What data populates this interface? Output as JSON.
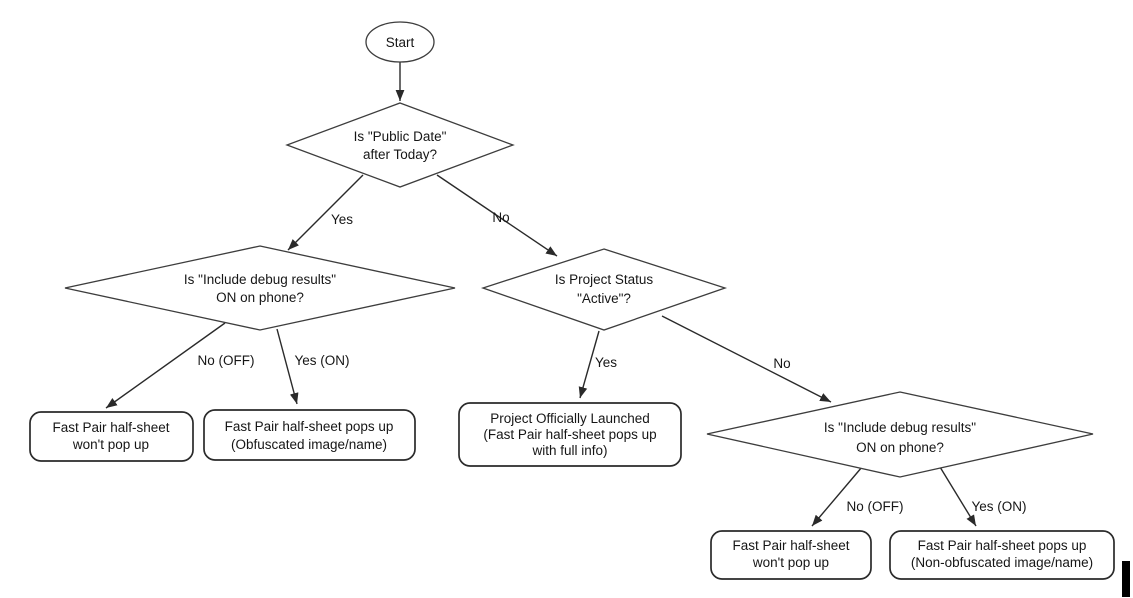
{
  "flowchart": {
    "nodes": {
      "start": {
        "label": "Start"
      },
      "public_date": {
        "line1": "Is \"Public Date\"",
        "line2": "after Today?"
      },
      "debug_left": {
        "line1": "Is \"Include debug results\"",
        "line2": "ON on phone?"
      },
      "project_status": {
        "line1": "Is Project Status",
        "line2": "\"Active\"?"
      },
      "debug_right": {
        "line1": "Is \"Include debug results\"",
        "line2": "ON on phone?"
      },
      "no_popup_left": {
        "line1": "Fast Pair half-sheet",
        "line2": "won't pop up"
      },
      "obfuscated": {
        "line1": "Fast Pair half-sheet pops up",
        "line2": "(Obfuscated image/name)"
      },
      "launched": {
        "line1": "Project Officially Launched",
        "line2": "(Fast Pair half-sheet pops up",
        "line3": "with full info)"
      },
      "no_popup_right": {
        "line1": "Fast Pair half-sheet",
        "line2": "won't pop up"
      },
      "non_obfuscated": {
        "line1": "Fast Pair half-sheet pops up",
        "line2": "(Non-obfuscated image/name)"
      }
    },
    "edge_labels": {
      "public_date_yes": "Yes",
      "public_date_no": "No",
      "debug_left_no": "No (OFF)",
      "debug_left_yes": "Yes (ON)",
      "status_yes": "Yes",
      "status_no": "No",
      "debug_right_no": "No (OFF)",
      "debug_right_yes": "Yes (ON)"
    },
    "colors": {
      "background": "#ffffff",
      "stroke": "#2a2a2a",
      "text": "#161616",
      "cursor_bar": "#000000"
    }
  }
}
